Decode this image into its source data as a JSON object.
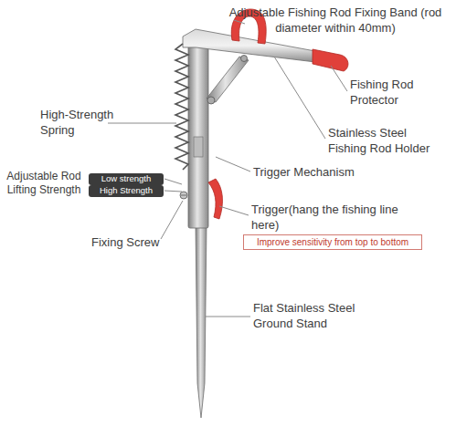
{
  "diagram": {
    "nodes": [
      {
        "text": [
          "Low strength"
        ]
      },
      {
        "text": [
          "High Strength"
        ]
      },
      {
        "text": [
          "Improve sensitivity from top to bottom"
        ]
      }
    ],
    "labels": [
      "Adjustable Fishing Rod Fixing Band (rod diameter within 40mm)",
      "Fishing Rod Protector",
      "High-Strength Spring",
      "Stainless Steel Fishing Rod Holder",
      "Trigger Mechanism",
      "Adjustable Rod Lifting Strength",
      "Trigger(hang the fishing line here)",
      "Fixing Screw",
      "Flat Stainless Steel Ground Stand"
    ]
  }
}
